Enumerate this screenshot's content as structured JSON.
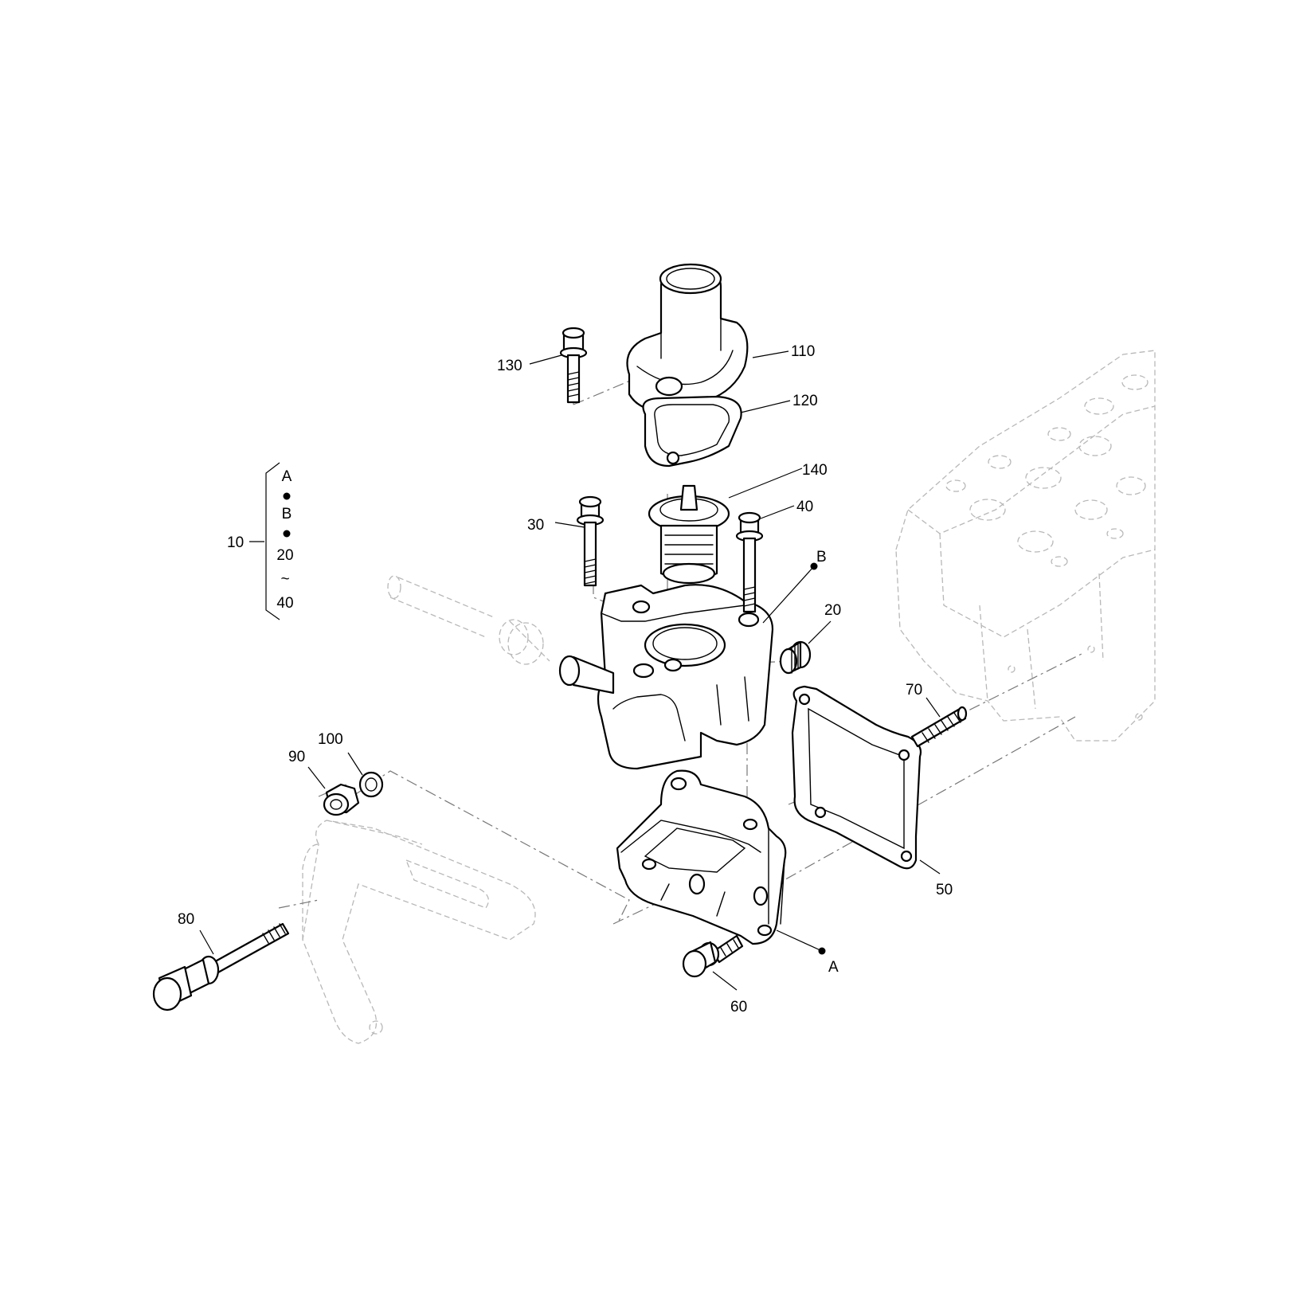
{
  "callouts": {
    "c10": "10",
    "c20": "20",
    "c30": "30",
    "c40": "40",
    "c50": "50",
    "c60": "60",
    "c70": "70",
    "c80": "80",
    "c90": "90",
    "c100": "100",
    "c110": "110",
    "c120": "120",
    "c130": "130",
    "c140": "140"
  },
  "refs": {
    "a": "A",
    "b": "B"
  },
  "group_legend": {
    "line1": "A",
    "line2": "B",
    "line3": "20",
    "tilde": "~",
    "line4": "40"
  },
  "colors": {
    "outline": "#000000",
    "ghost": "#b8b8b8",
    "background": "#ffffff"
  }
}
